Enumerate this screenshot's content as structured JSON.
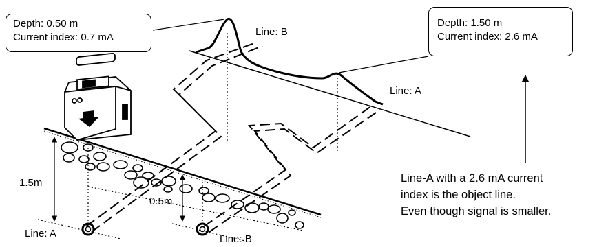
{
  "callout_left": {
    "depth": "Depth: 0.50 m",
    "current_index": "Current index: 0.7 mA"
  },
  "callout_right": {
    "depth": "Depth: 1.50 m",
    "current_index": "Current index: 2.6 mA"
  },
  "labels": {
    "line_b_top": "Line: B",
    "line_a_right": "Line: A",
    "line_a_bottom": "Line: A",
    "line_b_bottom": "Line: B",
    "depth_1_5m": "1.5m",
    "depth_0_5m": "0.5m"
  },
  "note": {
    "line1": "Line-A with a 2.6 mA current",
    "line2": "index is the object line.",
    "line3": "Even though signal is smaller."
  },
  "icons": [
    "transmitter-icon",
    "down-arrow-icon",
    "up-arrow-icon",
    "cable-cross-section-icon"
  ]
}
